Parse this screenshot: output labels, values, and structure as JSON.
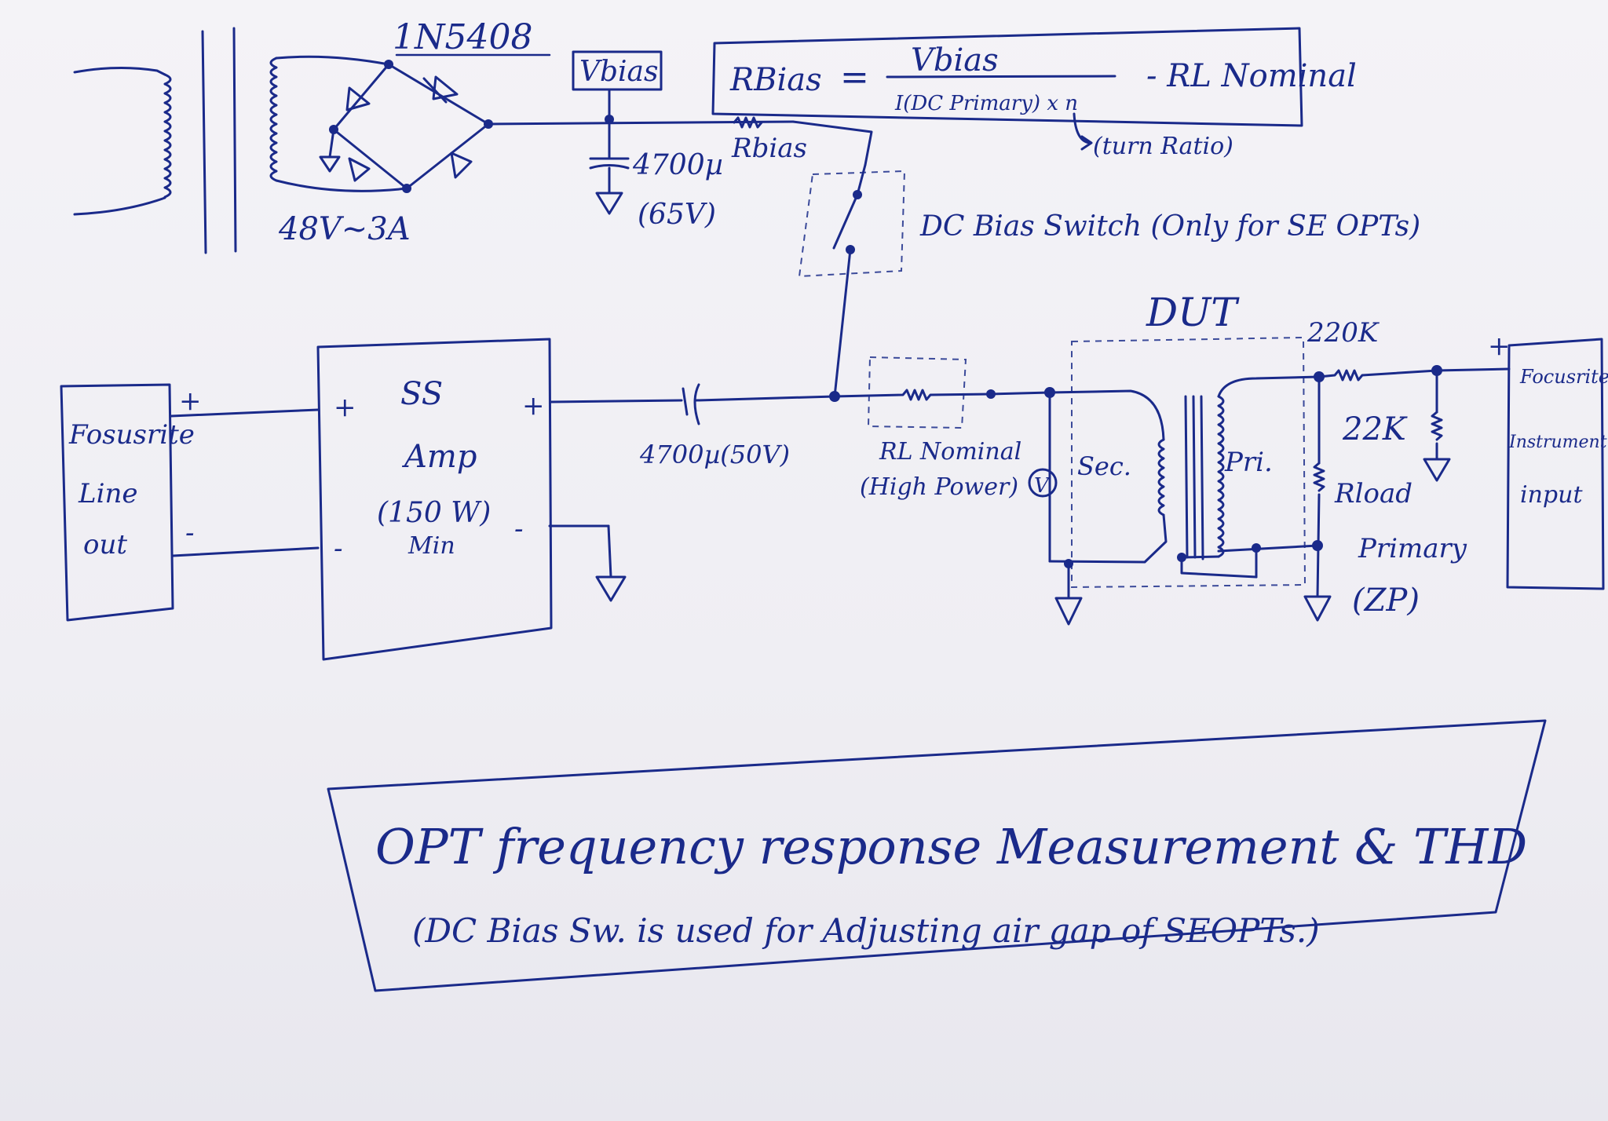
{
  "colors": {
    "ink": "#1a2a8a",
    "paper": "#f1f0f5"
  },
  "power_supply": {
    "diode_label": "1N5408",
    "transformer_label": "48V~3A",
    "vbias_label": "Vbias",
    "cap_label_1": "4700µ",
    "cap_label_2": "(65V)",
    "rbias_label": "Rbias"
  },
  "formula": {
    "lhs": "RBias",
    "equals": "=",
    "numerator": "Vbias",
    "denominator": "I(DC Primary) x n",
    "minus_term": "- RL Nominal",
    "turn_ratio_note": "(turn Ratio)"
  },
  "dc_switch": {
    "label": "DC Bias Switch (Only for SE OPTs)"
  },
  "focusrite_out": {
    "line1": "Fosusrite",
    "line2": "Line",
    "line3": "out",
    "plus": "+",
    "minus": "-"
  },
  "amp": {
    "line1": "SS",
    "line2": "Amp",
    "line3": "(150 W)",
    "line4": "Min",
    "plus_in": "+",
    "minus_in": "-",
    "plus_out": "+",
    "minus_out": "-"
  },
  "coupling_cap": {
    "label": "4700µ(50V)"
  },
  "rl_nominal": {
    "line1": "RL Nominal",
    "line2": "(High Power)",
    "meter": "V"
  },
  "dut": {
    "label": "DUT",
    "sec": "Sec.",
    "pri": "Pri."
  },
  "load": {
    "r220k": "220K",
    "r22k": "22K",
    "rload_line1": "Rload",
    "rload_line2": "Primary",
    "rload_line3": "(ZP)"
  },
  "focusrite_in": {
    "line1": "Focusrite",
    "line2": "Instrument",
    "line3": "input",
    "plus": "+"
  },
  "note": {
    "line1": "OPT frequency response Measurement & THD",
    "line2": "(DC Bias Sw. is used for Adjusting air gap of SEOPTs.)"
  }
}
